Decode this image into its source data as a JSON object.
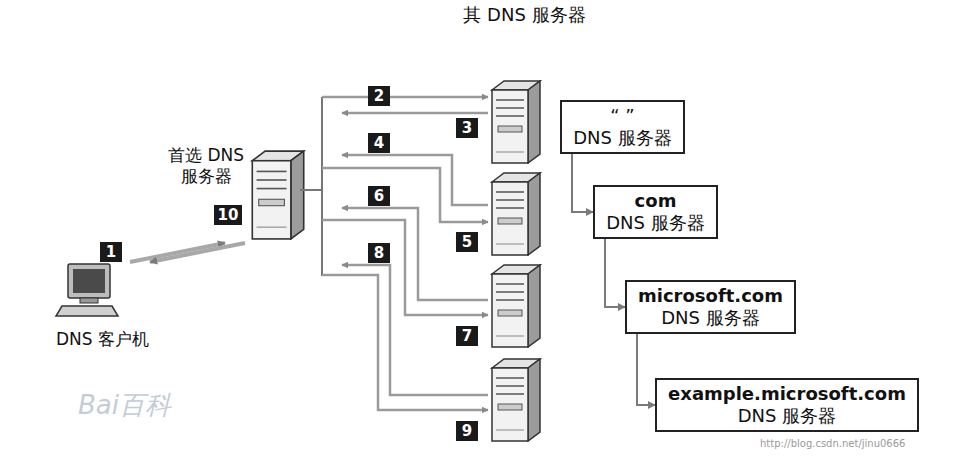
{
  "diagram": {
    "nodes": [
      {
        "text": [
          "DNS 客户机"
        ]
      },
      {
        "text": [
          "首选 DNS 服务器"
        ]
      },
      {
        "text": [
          "“ ”",
          "DNS 服务器"
        ]
      },
      {
        "text": [
          "com",
          "DNS 服务器"
        ]
      },
      {
        "text": [
          "microsoft.com",
          "DNS 服务器"
        ]
      },
      {
        "text": [
          "example.microsoft.com",
          "DNS 服务器"
        ]
      }
    ],
    "edges": [
      {
        "from": 0,
        "to": 1,
        "arrow": "to"
      },
      {
        "from": 1,
        "to": 0,
        "arrow": "to"
      },
      {
        "from": 2,
        "to": 3,
        "arrow": "to"
      },
      {
        "from": 3,
        "to": 4,
        "arrow": "to"
      },
      {
        "from": 4,
        "to": 5,
        "arrow": "to"
      }
    ],
    "labels": [
      "其 DNS 服务器",
      "2",
      "3",
      "4",
      "5",
      "6",
      "7",
      "8",
      "9",
      "1",
      "10",
      "Bai百科",
      "http://blog.csdn.net/jinu0666"
    ]
  }
}
